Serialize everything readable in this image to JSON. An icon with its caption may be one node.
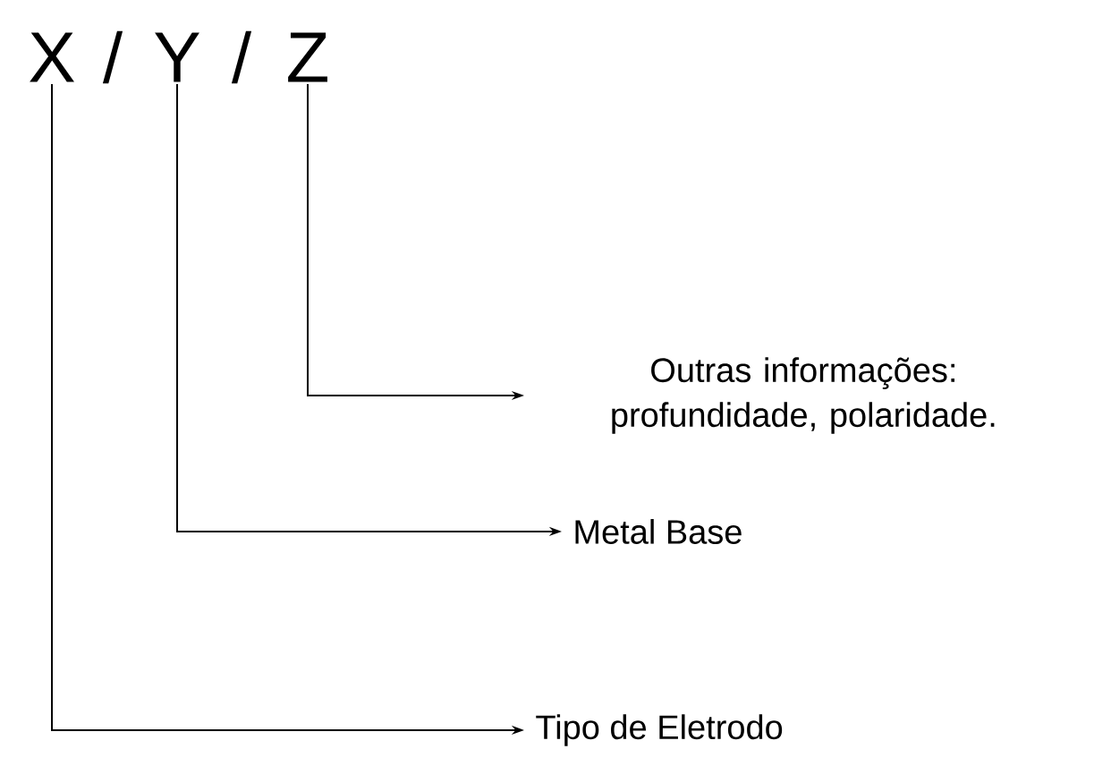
{
  "diagram": {
    "nodes": [
      {
        "text": [
          "X"
        ]
      },
      {
        "text": [
          "Y"
        ]
      },
      {
        "text": [
          "Z"
        ]
      },
      {
        "text": [
          "Outras informações: profundidade, polaridade."
        ]
      },
      {
        "text": [
          "Metal Base"
        ]
      },
      {
        "text": [
          "Tipo de Eletrodo"
        ]
      }
    ],
    "edges": [
      {
        "from": 2,
        "to": 3,
        "arrow": "to"
      },
      {
        "from": 1,
        "to": 4,
        "arrow": "to"
      },
      {
        "from": 0,
        "to": 5,
        "arrow": "to"
      }
    ],
    "labels": [
      "/",
      "/"
    ]
  }
}
